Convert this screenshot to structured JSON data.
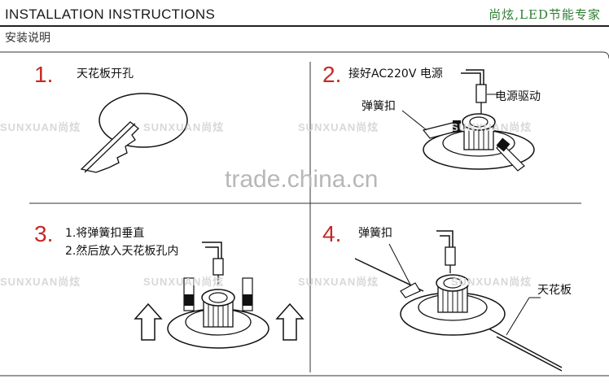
{
  "header": {
    "title": "INSTALLATION INSTRUCTIONS",
    "subtitle": "安装说明",
    "brand": "尚炫,LED节能专家"
  },
  "steps": [
    {
      "number": "1.",
      "text": "天花板开孔"
    },
    {
      "number": "2.",
      "text": "接好AC220V 电源",
      "label_spring": "弹簧扣",
      "label_driver": "电源驱动"
    },
    {
      "number": "3.",
      "text_line1": "1.将弹簧扣垂直",
      "text_line2": "2.然后放入天花板孔内"
    },
    {
      "number": "4.",
      "label_spring": "弹簧扣",
      "label_ceiling": "天花板"
    }
  ],
  "watermarks": {
    "brand_mark": "SUNXUAN尚炫",
    "trade": "trade.china.cn"
  },
  "colors": {
    "step_number": "#c62828",
    "brand": "#2e7d32",
    "line": "#111111"
  }
}
